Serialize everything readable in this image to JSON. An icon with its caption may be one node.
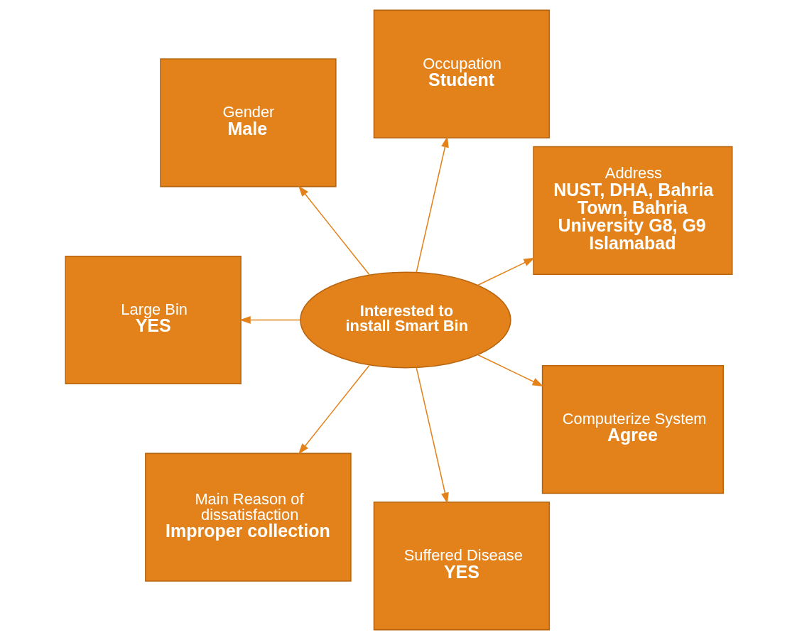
{
  "diagram": {
    "nodes": [
      {
        "text": [
          "Interested to install Smart Bin"
        ]
      },
      {
        "text": [
          "Address",
          "NUST, DHA, Bahria Town, Bahria University G8, G9 Islamabad"
        ]
      },
      {
        "text": [
          "Occupation",
          "Student"
        ]
      },
      {
        "text": [
          "Gender",
          "Male"
        ]
      },
      {
        "text": [
          "Large Bin",
          "YES"
        ]
      },
      {
        "text": [
          "Main Reason of dissatisfaction",
          "Improper collection"
        ]
      },
      {
        "text": [
          "Suffered Disease",
          "YES"
        ]
      },
      {
        "text": [
          "Computerize System",
          "Agree"
        ]
      }
    ],
    "edges": [
      {
        "from": 0,
        "to": 1,
        "arrow": "to"
      },
      {
        "from": 0,
        "to": 2,
        "arrow": "to"
      },
      {
        "from": 0,
        "to": 3,
        "arrow": "to"
      },
      {
        "from": 0,
        "to": 4,
        "arrow": "to"
      },
      {
        "from": 0,
        "to": 5,
        "arrow": "to"
      },
      {
        "from": 0,
        "to": 6,
        "arrow": "to"
      },
      {
        "from": 0,
        "to": 7,
        "arrow": "to"
      }
    ]
  }
}
